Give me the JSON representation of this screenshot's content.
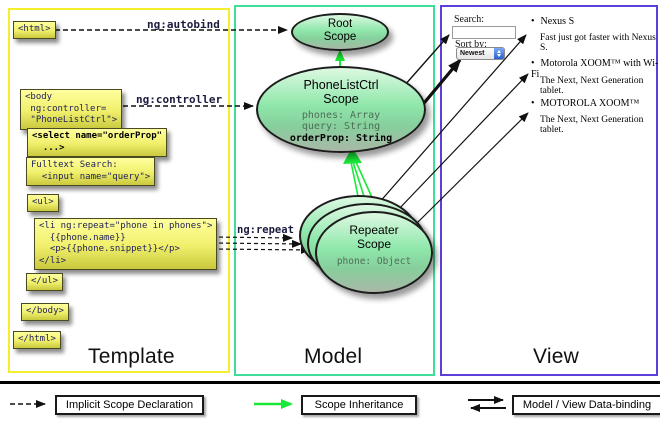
{
  "columns": {
    "template": {
      "label": "Template"
    },
    "model": {
      "label": "Model"
    },
    "view": {
      "label": "View"
    }
  },
  "labels": {
    "ng_autobind": "ng:autobind",
    "ng_controller": "ng:controller",
    "ng_repeat": "ng:repeat"
  },
  "template": {
    "html_open": "<html>",
    "body_open": "<body\n ng:controller=\n \"PhoneListCtrl\">",
    "select": "<select name=\"orderProp\"\n  ...>",
    "fulltext": "Fulltext Search:\n  <input name=\"query\">",
    "ul_open": "<ul>",
    "li": "<li ng:repeat=\"phone in phones\">\n  {{phone.name}}\n  <p>{{phone.snippet}}</p>\n</li>",
    "ul_close": "</ul>",
    "body_close": "</body>",
    "html_close": "</html>"
  },
  "model": {
    "root_scope": {
      "title": "Root\nScope"
    },
    "phonelist_scope": {
      "title": "PhoneListCtrl\nScope",
      "props": "phones: Array\nquery: String",
      "bold_prop": "orderProp: String"
    },
    "repeater_scope": {
      "title": "Repeater\nScope",
      "prop": "phone: Object"
    }
  },
  "view": {
    "search_label": "Search:",
    "search_value": "",
    "sort_label": "Sort by:",
    "sort_value": "Newest",
    "items": [
      {
        "name": "Nexus S",
        "desc": "Fast just got faster with Nexus S."
      },
      {
        "name": "Motorola XOOM™ with Wi-Fi",
        "desc": "The Next, Next Generation tablet."
      },
      {
        "name": "MOTOROLA XOOM™",
        "desc": "The Next, Next Generation tablet."
      }
    ]
  },
  "legend": {
    "implicit": "Implicit Scope Declaration",
    "inheritance": "Scope Inheritance",
    "databinding": "Model / View Data-binding"
  },
  "colors": {
    "template_border": "#f4ee2c",
    "model_border": "#3fdd9a",
    "view_border": "#5b3fd8",
    "scope_fill_top": "#ddf9e2",
    "scope_fill_mid": "#8fe7ab",
    "box_yellow_top": "#ffff9e",
    "box_yellow_bottom": "#c9c83e",
    "green_arrow": "#1ae838",
    "arrow_black": "#111111"
  }
}
